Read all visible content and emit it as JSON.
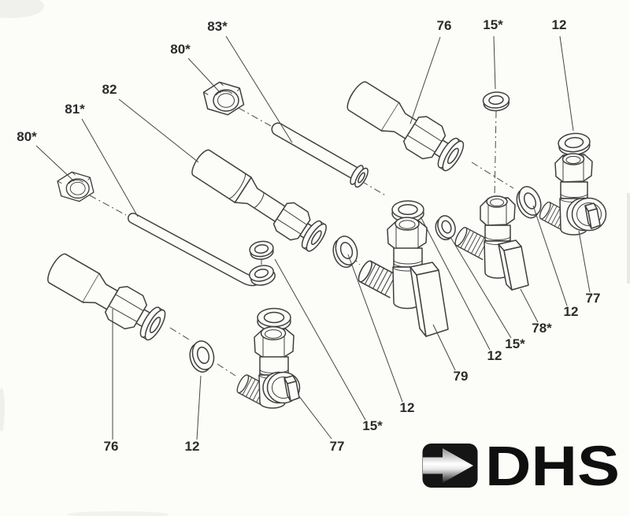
{
  "page": {
    "type": "exploded-parts-diagram",
    "background": "#fcfcf9"
  },
  "diagram": {
    "line_color": "#3f3f3f",
    "label_color": "#2b2b2b",
    "labels": [
      {
        "id": "80-left",
        "text": "80*"
      },
      {
        "id": "81",
        "text": "81*"
      },
      {
        "id": "82",
        "text": "82"
      },
      {
        "id": "80-top",
        "text": "80*"
      },
      {
        "id": "83",
        "text": "83*"
      },
      {
        "id": "76-top",
        "text": "76"
      },
      {
        "id": "15-top",
        "text": "15*"
      },
      {
        "id": "12-top-right",
        "text": "12"
      },
      {
        "id": "76-bottom",
        "text": "76"
      },
      {
        "id": "12-bottom-left",
        "text": "12"
      },
      {
        "id": "77-bottom",
        "text": "77"
      },
      {
        "id": "15-lower-left",
        "text": "15*"
      },
      {
        "id": "12-center",
        "text": "12"
      },
      {
        "id": "79",
        "text": "79"
      },
      {
        "id": "12-center-right",
        "text": "12"
      },
      {
        "id": "15-center-right",
        "text": "15*"
      },
      {
        "id": "78",
        "text": "78*"
      },
      {
        "id": "12-right",
        "text": "12"
      },
      {
        "id": "77-right",
        "text": "77"
      }
    ],
    "parts_catalog": [
      {
        "label": "76",
        "name": "connector-tube",
        "count": 2
      },
      {
        "label": "77",
        "name": "angle-valve-screw-knob",
        "count": 2
      },
      {
        "label": "78*",
        "name": "angle-valve-small-lever",
        "count": 1
      },
      {
        "label": "79",
        "name": "angle-valve-large-lever",
        "count": 1
      },
      {
        "label": "80*",
        "name": "hex-cap-nut",
        "count": 2
      },
      {
        "label": "81*",
        "name": "bent-pipe",
        "count": 1
      },
      {
        "label": "82",
        "name": "stepped-pipe",
        "count": 1
      },
      {
        "label": "83*",
        "name": "straight-pipe",
        "count": 1
      },
      {
        "label": "12",
        "name": "washer-large",
        "count": 5
      },
      {
        "label": "15*",
        "name": "washer-small",
        "count": 3
      }
    ]
  },
  "logo": {
    "text": "DHS",
    "icon": "right-arrow",
    "badge_color": "#151515",
    "text_color": "#0f0f0f",
    "arrow_gradient_top": "#8f8f8f",
    "arrow_gradient_mid": "#ffffff",
    "arrow_gradient_bottom": "#1f1f1f"
  }
}
